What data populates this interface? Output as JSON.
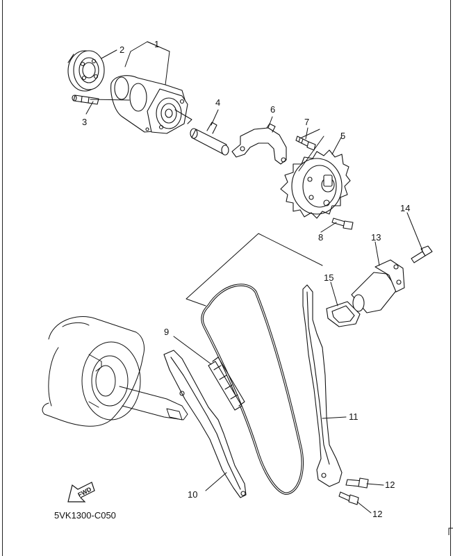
{
  "diagram": {
    "code": "5VK1300-C050",
    "fwd": "FWD",
    "callouts": {
      "c1": "1",
      "c2": "2",
      "c3": "3",
      "c4": "4",
      "c5": "5",
      "c6": "6",
      "c7": "7",
      "c8": "8",
      "c9": "9",
      "c10": "10",
      "c11": "11",
      "c12a": "12",
      "c12b": "12",
      "c13": "13",
      "c14": "14",
      "c15": "15"
    }
  }
}
